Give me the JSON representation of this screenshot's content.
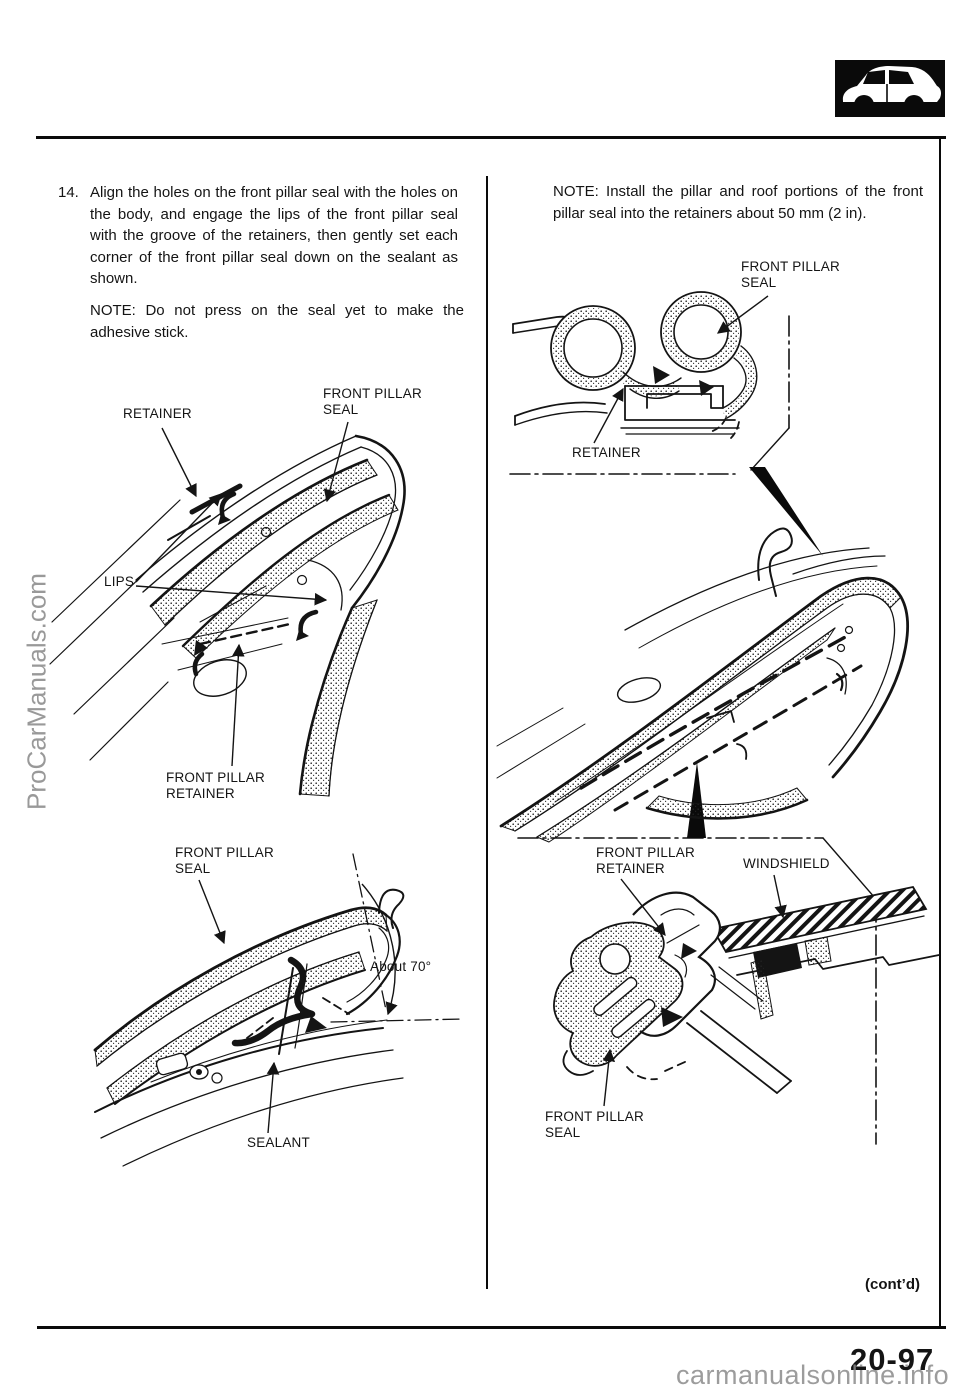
{
  "watermarks": {
    "left_vertical": "ProCarManuals.com",
    "bottom": "carmanualsonline.info"
  },
  "header": {
    "car_icon": "car-side-silhouette"
  },
  "footer": {
    "contd": "(cont’d)",
    "page_number": "20-97"
  },
  "left_column": {
    "step": {
      "number": "14.",
      "text": "Align the holes on the front pillar seal with the holes on the body, and engage the lips of the front pillar seal with the groove of the retainers, then gently set each corner of the front pillar seal down on the sealant as shown."
    },
    "note": "NOTE:  Do not press on the seal yet to make the adhesive stick.",
    "diagram_top": {
      "labels": {
        "retainer": "RETAINER",
        "front_pillar_seal": "FRONT PILLAR\nSEAL",
        "lips": "LIPS",
        "front_pillar_retainer": "FRONT PILLAR\nRETAINER"
      }
    },
    "diagram_bottom": {
      "labels": {
        "front_pillar_seal": "FRONT PILLAR\nSEAL",
        "angle": "About 70°",
        "sealant": "SEALANT"
      }
    }
  },
  "right_column": {
    "note": "NOTE:  Install the pillar and roof portions of the front pillar seal into the retainers about 50 mm (2 in).",
    "diagram_top": {
      "labels": {
        "front_pillar_seal": "FRONT PILLAR\nSEAL",
        "retainer": "RETAINER"
      }
    },
    "diagram_bottom": {
      "labels": {
        "front_pillar_retainer": "FRONT PILLAR\nRETAINER",
        "windshield": "WINDSHIELD",
        "front_pillar_seal": "FRONT PILLAR\nSEAL"
      }
    }
  }
}
